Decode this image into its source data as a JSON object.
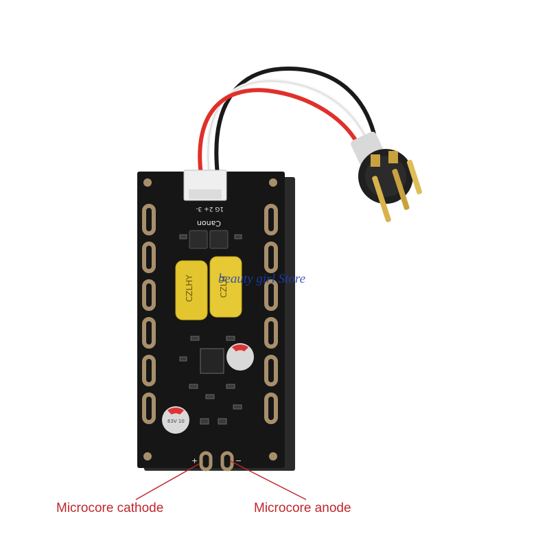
{
  "captions": {
    "cathode": "Microcore cathode",
    "anode": "Microcore anode"
  },
  "watermark": "beauty girl Store",
  "board": {
    "brand": "Canon",
    "pin_label": "1G 2+ 3-",
    "cap_label_1": "CZLHY",
    "cap_label_2": "CZLH",
    "elec_label": "63V 10",
    "plus_mark": "+",
    "minus_mark": "−"
  },
  "colors": {
    "caption": "#c0262a",
    "watermark": "#1f3fb8",
    "pcb": "#161616",
    "pad_gold": "#a88f6b",
    "cap_yellow": "#e3c530",
    "wire_red": "#e0302a",
    "wire_white": "#f2f2f2",
    "wire_black": "#1a1a1a"
  }
}
